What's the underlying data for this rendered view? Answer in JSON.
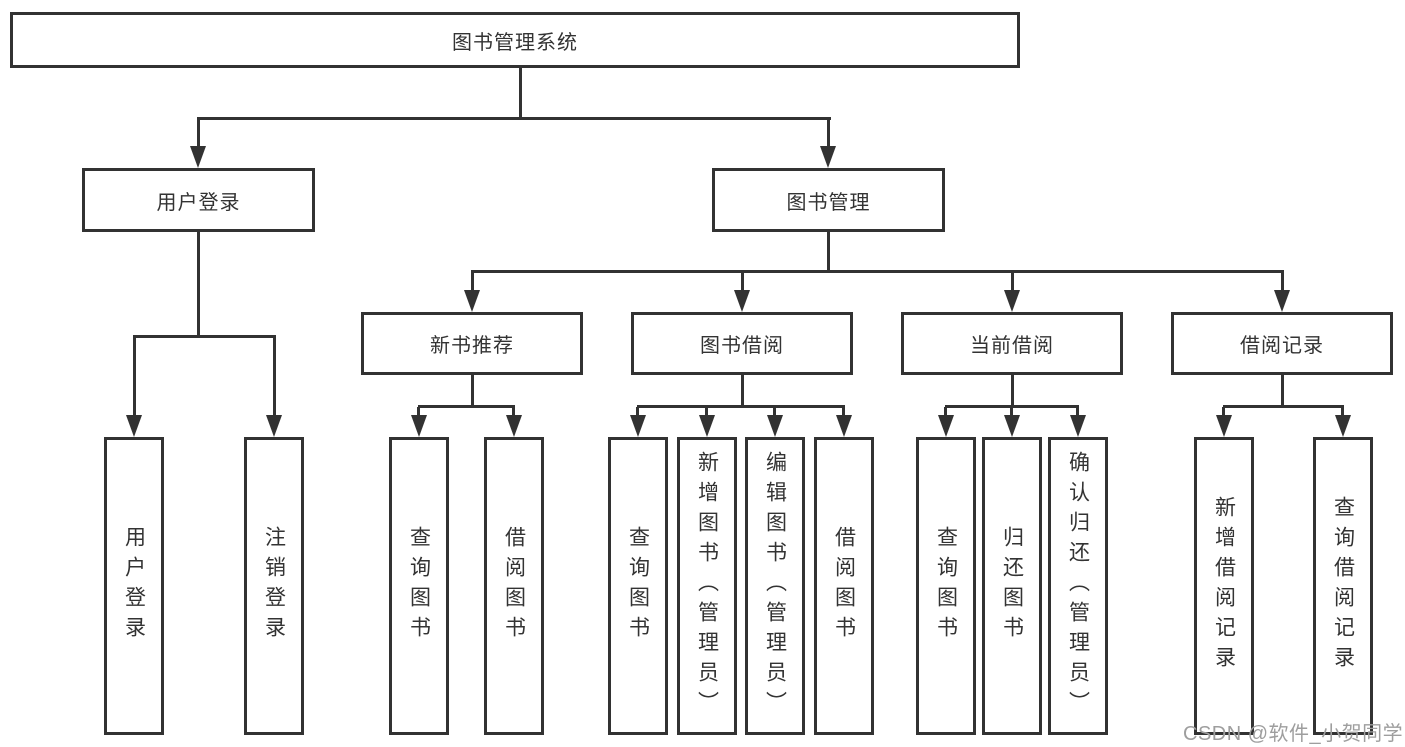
{
  "diagram": {
    "title": "图书管理系统",
    "branches": [
      {
        "label": "用户登录",
        "children": [
          {
            "label": "用户登录"
          },
          {
            "label": "注销登录"
          }
        ]
      },
      {
        "label": "图书管理",
        "children": [
          {
            "label": "新书推荐",
            "children": [
              {
                "label": "查询图书"
              },
              {
                "label": "借阅图书"
              }
            ]
          },
          {
            "label": "图书借阅",
            "children": [
              {
                "label": "查询图书"
              },
              {
                "label": "新增图书（管理员）"
              },
              {
                "label": "编辑图书（管理员）"
              },
              {
                "label": "借阅图书"
              }
            ]
          },
          {
            "label": "当前借阅",
            "children": [
              {
                "label": "查询图书"
              },
              {
                "label": "归还图书"
              },
              {
                "label": "确认归还（管理员）"
              }
            ]
          },
          {
            "label": "借阅记录",
            "children": [
              {
                "label": "新增借阅记录"
              },
              {
                "label": "查询借阅记录"
              }
            ]
          }
        ]
      }
    ]
  },
  "watermark": {
    "text": "CSDN @软件_小贺同学"
  },
  "colors": {
    "line": "#323232",
    "node_text": "#333333",
    "watermark_text": "#9e9e9e",
    "background": "#ffffff"
  }
}
